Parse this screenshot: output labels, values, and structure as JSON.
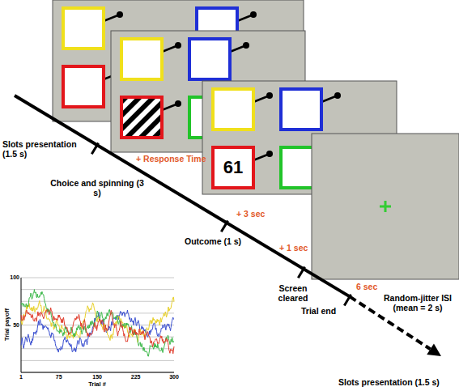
{
  "diagram": {
    "nodes": [
      {
        "text": [
          "61"
        ]
      }
    ],
    "labels": [
      "Slots presentation (1.5 s)",
      "+ Response Time",
      "Choice and spinning (3 s)",
      "+ 3 sec",
      "Outcome (1 s)",
      "+ 1 sec",
      "Screen cleared",
      "6 sec",
      "Trial end",
      "Random-jitter ISI (mean = 2 s)",
      "Slots presentation (1.5 s)",
      "100",
      "50",
      "Trial payoff",
      "1",
      "75",
      "150",
      "225",
      "300",
      "Trial #"
    ]
  }
}
